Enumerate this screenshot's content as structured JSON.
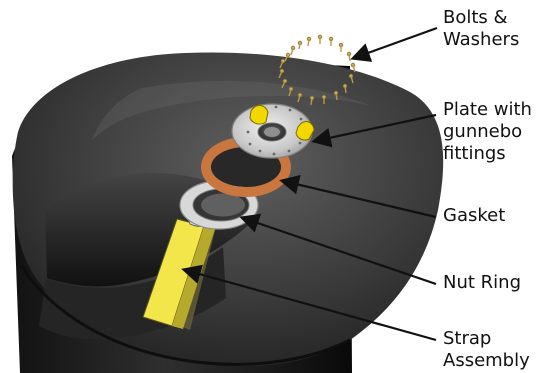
{
  "diagram": {
    "labels": {
      "bolts_washers": {
        "line1": "Bolts &",
        "line2": "Washers"
      },
      "plate_fittings": {
        "line1": "Plate with",
        "line2": "gunnebo",
        "line3": "fittings"
      },
      "gasket": {
        "line1": "Gasket"
      },
      "nut_ring": {
        "line1": "Nut  Ring"
      },
      "strap_assembly": {
        "line1": "Strap",
        "line2": "Assembly"
      }
    },
    "colors": {
      "tank_dark": "#1a1a1a",
      "tank_mid": "#3a3a3a",
      "tank_light": "#5a5a5a",
      "gasket": "#c9773e",
      "strap": "#f2e64a",
      "plate": "#c8c8c8",
      "fitting_yellow": "#f3d800",
      "ring": "#d8d8d8",
      "bolt_gold": "#d2b45a",
      "arrow": "#111111"
    }
  }
}
